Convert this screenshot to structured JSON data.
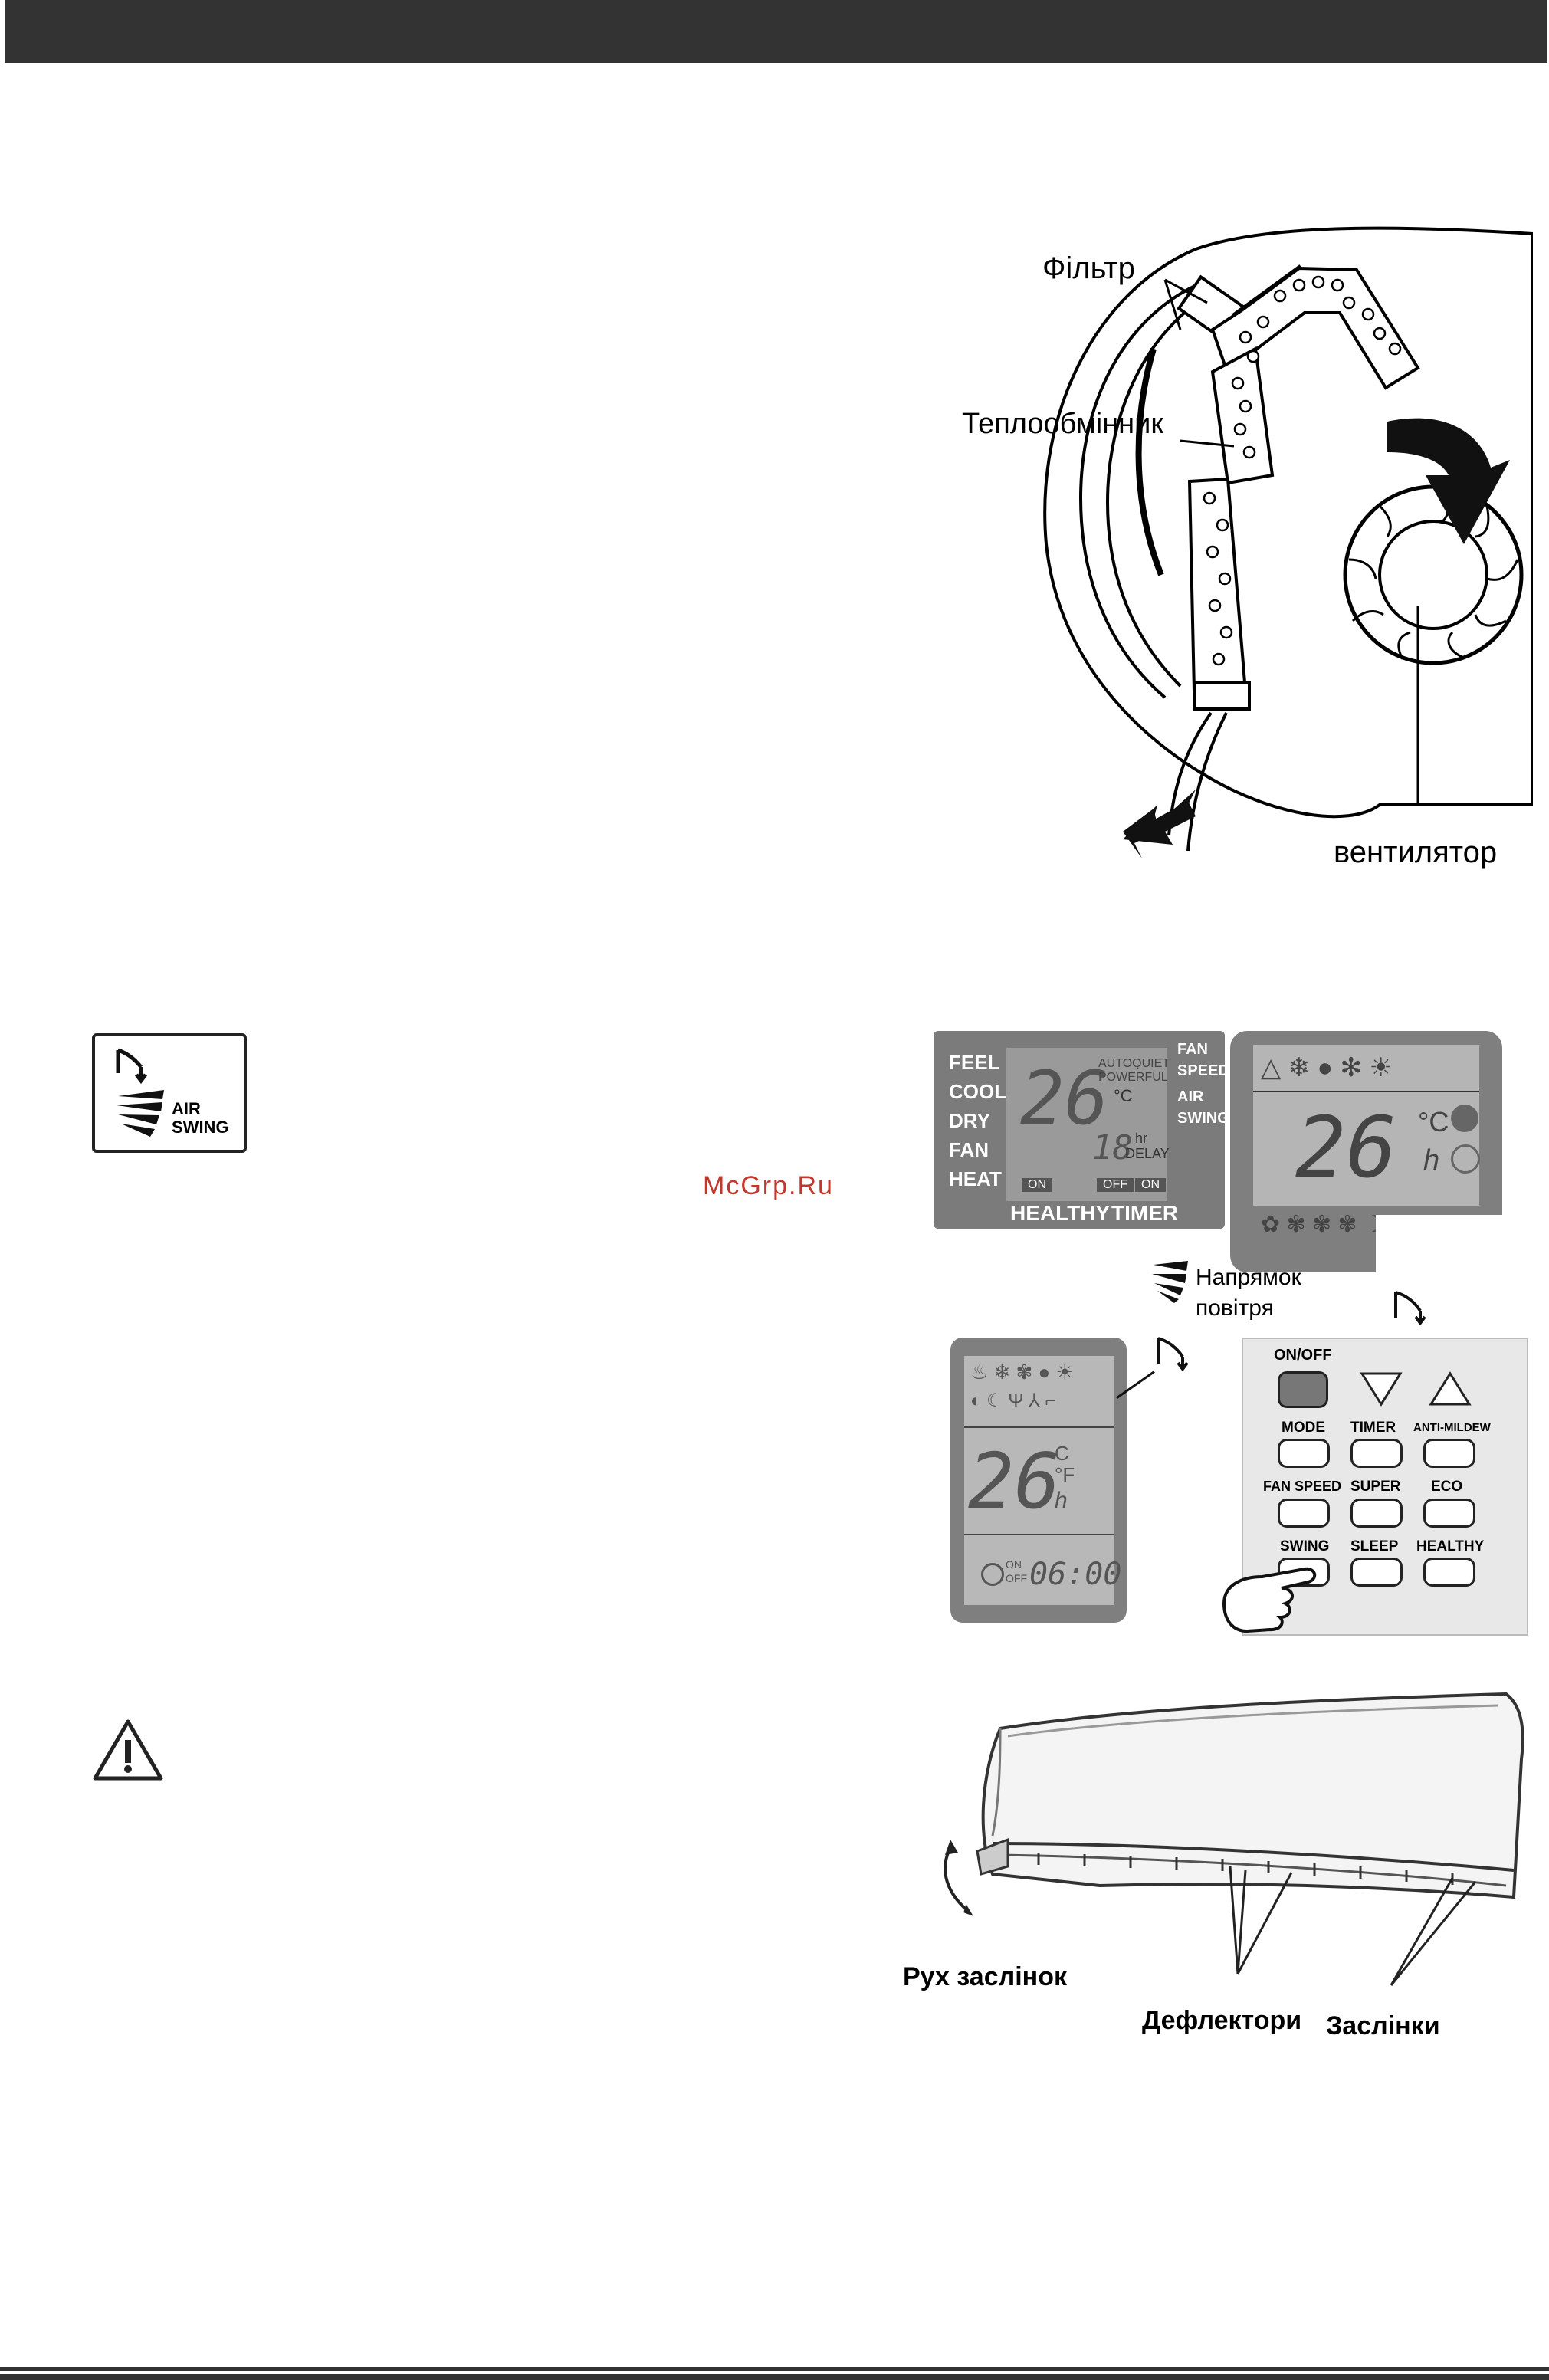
{
  "watermark": "McGrp.Ru",
  "indoor_unit": {
    "filter_label": "Фільтр",
    "heat_exchanger_label": "Теплообмінник",
    "fan_label": "вентилятор"
  },
  "swing_icon": {
    "line1": "AIR",
    "line2": "SWING"
  },
  "lcd_panel_1": {
    "modes": [
      "FEEL",
      "COOL",
      "DRY",
      "FAN",
      "HEAT"
    ],
    "temp": "26",
    "temp_unit": "°C",
    "autoquiet": "AUTOQUIET",
    "powerful": "POWERFUL",
    "timer_value": "18",
    "hr": "hr",
    "delay": "DELAY",
    "right_labels": [
      "FAN",
      "SPEED",
      "AIR",
      "SWING"
    ],
    "on_left": "ON",
    "off": "OFF",
    "on_right": "ON",
    "healthy": "HEALTHY",
    "timer": "TIMER"
  },
  "lcd_panel_2": {
    "temp": "26",
    "unit_c": "°C",
    "unit_h": "h"
  },
  "air_direction_label": {
    "line1": "Напрямок",
    "line2": "повітря"
  },
  "lcd_panel_3": {
    "temp": "26",
    "unit_c": "C",
    "unit_f": "°F",
    "unit_h": "h",
    "on": "ON",
    "off": "OFF",
    "clock": "06:00"
  },
  "remote_buttons": {
    "onoff": "ON/OFF",
    "mode": "MODE",
    "timer": "TIMER",
    "anti_mildew": "ANTI-MILDEW",
    "fan_speed": "FAN SPEED",
    "super": "SUPER",
    "eco": "ECO",
    "swing": "SWING",
    "sleep": "SLEEP",
    "healthy": "HEALTHY"
  },
  "ac_unit": {
    "louver_movement": "Рух заслінок",
    "deflectors": "Дефлектори",
    "louvers": "Заслінки"
  },
  "warning_icon": "warning-triangle"
}
